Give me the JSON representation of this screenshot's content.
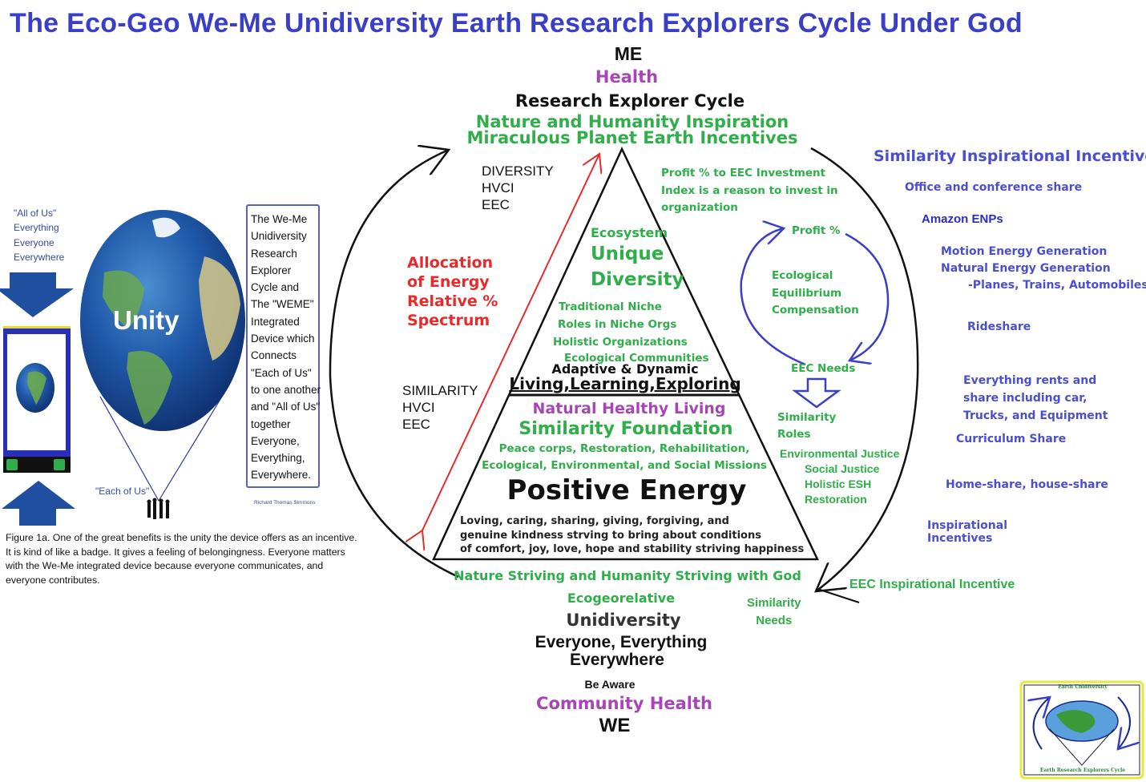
{
  "title": "The Eco-Geo We-Me Unidiversity Earth Research Explorers Cycle Under God",
  "top": {
    "me": "ME",
    "health": "Health",
    "cycle": "Research Explorer Cycle",
    "inspiration": "Nature and Humanity Inspiration",
    "incentives": "Miraculous Planet Earth Incentives"
  },
  "left_labels": {
    "diversity": [
      "DIVERSITY",
      "HVCI",
      "EEC"
    ],
    "similarity": [
      "SIMILARITY",
      "HVCI",
      "EEC"
    ],
    "allocation": [
      "Allocation",
      "of Energy",
      "Relative %",
      "Spectrum"
    ]
  },
  "pyramid": {
    "top": {
      "ecosystem": "Ecosystem",
      "unique": "Unique",
      "diversity": "Diversity",
      "items": [
        "Traditional Niche",
        "Roles in Niche Orgs",
        "Holistic Organizations",
        "Ecological Communities"
      ],
      "adaptive": "Adaptive & Dynamic",
      "living": "Living,Learning,Exploring"
    },
    "bottom": {
      "natural": "Natural Healthy Living",
      "foundation": "Similarity Foundation",
      "missions": [
        "Peace corps, Restoration, Rehabilitation,",
        "Ecological, Environmental, and Social Missions"
      ],
      "positive": "Positive Energy",
      "description": [
        "Loving, caring, sharing, giving, forgiving, and",
        "genuine kindness strving to bring about conditions",
        "of comfort, joy, love, hope and stability striving happiness"
      ]
    }
  },
  "inner_right": {
    "profit_index": [
      "Profit % to EEC Investment",
      "Index is a reason to invest in",
      "organization"
    ],
    "profit": "Profit %",
    "equilibrium": [
      "Ecological",
      "Equilibrium",
      "Compensation"
    ],
    "eec_needs": "EEC Needs",
    "similarity_roles": [
      "Similarity",
      "Roles"
    ],
    "justice": [
      "Environmental Justice",
      "Social Justice",
      "Holistic ESH",
      "Restoration"
    ]
  },
  "outer_right": {
    "heading": "Similarity Inspirational Incentives",
    "office": "Office and conference share",
    "amazon": "Amazon ENPs",
    "energy": [
      "Motion Energy Generation",
      "Natural Energy Generation",
      "-Planes, Trains, Automobiles"
    ],
    "rideshare": "Rideshare",
    "rents": [
      "Everything rents and",
      "share including car,",
      "Trucks, and Equipment"
    ],
    "curriculum": "Curriculum Share",
    "home": "Home-share, house-share",
    "inspirational": [
      "Inspirational",
      "Incentives"
    ],
    "eec_incentive": "EEC Inspirational Incentive"
  },
  "bottom": {
    "striving": "Nature Striving and Humanity Striving  with  God",
    "ecogeo": "Ecogeorelative",
    "unidiversity": "Unidiversity",
    "everyone": "Everyone, Everything",
    "everywhere": "Everywhere",
    "aware": "Be Aware",
    "community": "Community Health",
    "we": "WE",
    "similarity_needs": [
      "Similarity",
      "Needs"
    ]
  },
  "figure": {
    "all_of_us": [
      "\"All of Us\"",
      "Everything",
      "Everyone",
      "Everywhere"
    ],
    "unity": "Unity",
    "each_of_us": "\"Each of Us\"",
    "box_lines": [
      "The We-Me",
      "Unidiversity",
      "Research",
      "Explorer",
      "Cycle and",
      "The \"WEME\"",
      "Integrated",
      "Device which",
      "Connects",
      "\"Each of Us\"",
      "to one another",
      "and  \"All of Us\"",
      "together",
      "Everyone,",
      "Everything,",
      "Everywhere."
    ],
    "author": "Richard Thomas Simmons",
    "caption": [
      "Figure 1a.  One of the great benefits is the unity the device offers as an incentive.",
      "It is kind of like a badge.  It gives a feeling of belongingness. Everyone matters",
      "with the We-Me integrated device because everyone communicates, and",
      "everyone contributes."
    ]
  },
  "badge": {
    "title": "Earth Unidiversity",
    "footer": "Earth Research Explorers Cycle"
  },
  "colors": {
    "title_blue": "#3a3fc8",
    "green": "#2fae4a",
    "purple": "#a646b5",
    "red": "#e82a2a",
    "badge_border": "#e8e83a"
  }
}
